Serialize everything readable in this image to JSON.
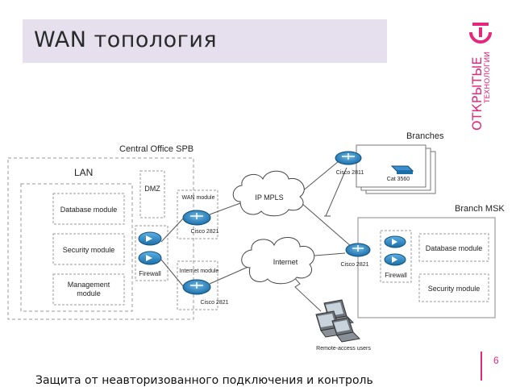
{
  "slide": {
    "title": "WAN топология",
    "page_number": "6",
    "footer_text": "Защита от неавторизованного подключения и контроль",
    "brand_line1": "ОТКРЫТЫЕ",
    "brand_line2": "ТЕХНОЛОГИИ",
    "accent_color": "#e4287c"
  },
  "diagram": {
    "central_office": "Central Office SPB",
    "lan": "LAN",
    "dmz": "DMZ",
    "database_module": "Database module",
    "security_module": "Security module",
    "management_module_1": "Management",
    "management_module_2": "module",
    "firewall": "Firewall",
    "wan_module": "WAN module",
    "cisco_2821_wan": "Cisco 2821",
    "internet_module": "Internet module",
    "cisco_2821_inet": "Cisco 2821",
    "ip_mpls": "IP MPLS",
    "internet": "Internet",
    "branches": "Branches",
    "cisco_2811": "Cisco 2811",
    "cat_3560": "Cat 3560",
    "branch_msk": "Branch MSK",
    "cisco_2821_msk": "Cisco 2821",
    "firewall_msk": "Firewall",
    "database_module_msk": "Database module",
    "security_module_msk": "Security module",
    "remote_users": "Remote-access users"
  }
}
